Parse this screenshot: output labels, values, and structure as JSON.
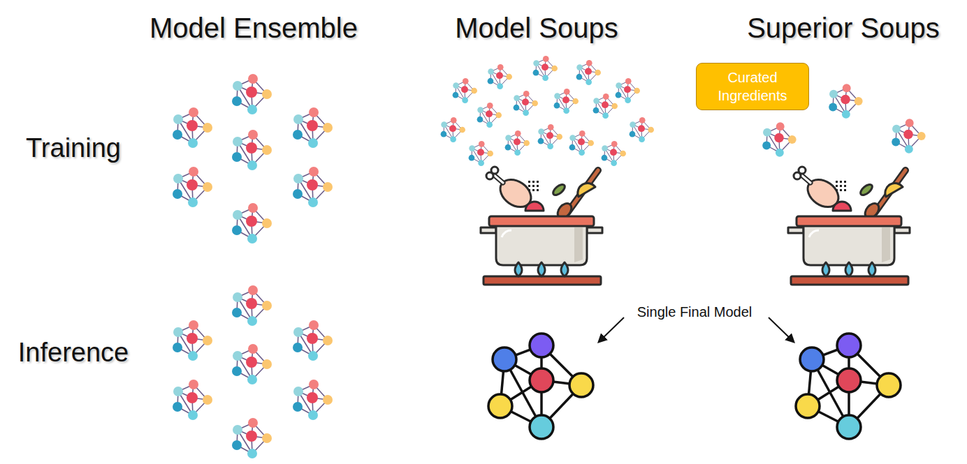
{
  "diagram": {
    "nodes": [
      {
        "text": [
          "Curated Ingredients"
        ]
      }
    ],
    "labels": [
      "Model Ensemble",
      "Model Soups",
      "Superior Soups",
      "Training",
      "Inference",
      "Single Final Model"
    ]
  }
}
